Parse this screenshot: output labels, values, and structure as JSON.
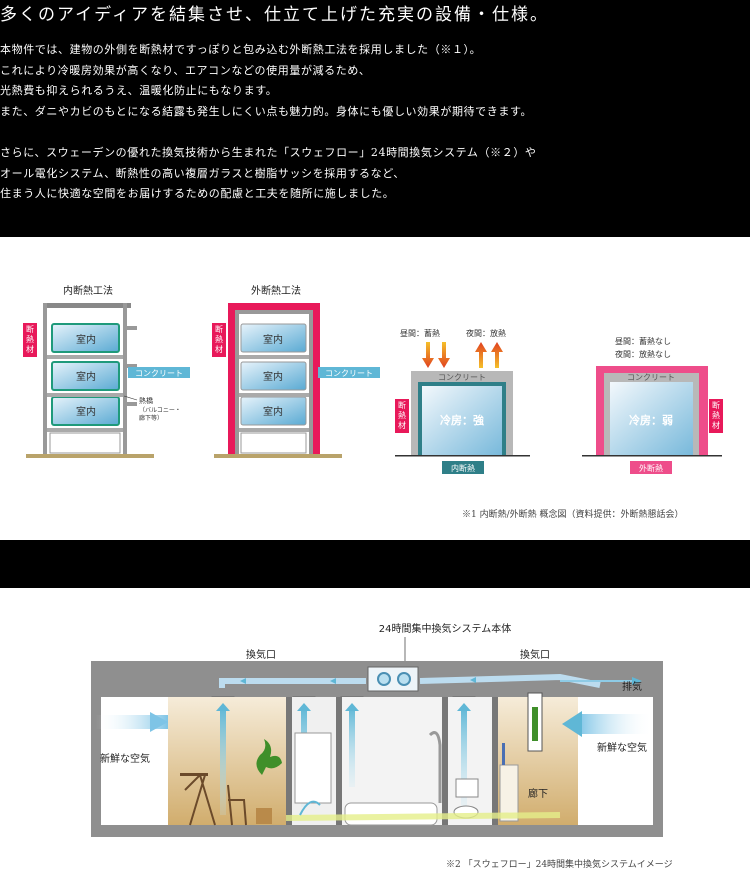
{
  "headline": "多くのアイディアを結集させ、仕立て上げた充実の設備・仕様。",
  "paragraph1": [
    "本物件では、建物の外側を断熱材ですっぽりと包み込む外断熱工法を採用しました（※１）。",
    "これにより冷暖房効果が高くなり、エアコンなどの使用量が減るため、",
    "光熱費も抑えられるうえ、温暖化防止にもなります。",
    "また、ダニやカビのもとになる結露も発生しにくい点も魅力的。身体にも優しい効果が期待できます。"
  ],
  "paragraph2": [
    "さらに、スウェーデンの優れた換気技術から生まれた「スウェフロー」24時間換気システム（※２）や",
    "オール電化システム、断熱性の高い複層ガラスと樹脂サッシを採用するなど、",
    "住まう人に快適な空間をお届けするための配慮と工夫を随所に施しました。"
  ],
  "diagram1": {
    "inner_title": "内断熱工法",
    "outer_title": "外断熱工法",
    "insulation_label": [
      "断",
      "熱",
      "材"
    ],
    "room_label": "室内",
    "concrete_label": "コンクリート",
    "thermal_bridge": [
      "熱橋",
      "（バルコニー・",
      "廊下等）"
    ],
    "inner_day": "昼間：蓄熱",
    "inner_night": "夜間：放熱",
    "outer_day": "昼間：蓄熱なし",
    "outer_night": "夜間：放熱なし",
    "inner_cooling": "冷房：強",
    "outer_cooling": "冷房：弱",
    "inner_tag": "内断熱",
    "outer_tag": "外断熱",
    "caption": "※1 内断熱/外断熱 概念図（資料提供：外断熱懇話会）",
    "colors": {
      "insulation": "#e8195a",
      "concrete": "#3d7fa0",
      "accent": "#5fb7d6"
    }
  },
  "diagram2": {
    "system_label": "24時間集中換気システム本体",
    "intake_left": "換気口",
    "intake_right": "換気口",
    "exhaust": "排気",
    "fresh_air_left": "新鮮な空気",
    "fresh_air_right": "新鮮な空気",
    "corridor": "廊下",
    "caption": "※2 「スウェフロー」24時間集中換気システムイメージ"
  }
}
